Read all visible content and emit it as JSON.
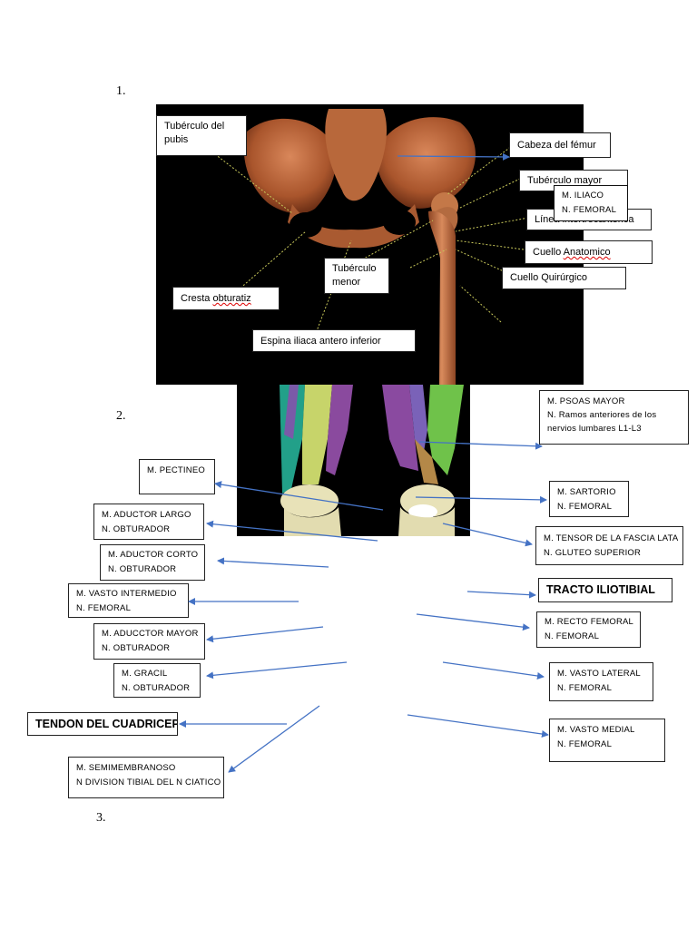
{
  "sections": {
    "n1": "1.",
    "n2": "2.",
    "n3": "3."
  },
  "figure1": {
    "labels": {
      "pubis": [
        "Tubérculo del",
        "pubis"
      ],
      "cabeza": "Cabeza del fémur",
      "tub_mayor": "Tubérculo mayor",
      "iliaco": [
        "M. ILIACO",
        "N. FEMORAL"
      ],
      "linea": "Línea intertrocantérica",
      "cuello_anat_a": "Cuello ",
      "cuello_anat_b": "Anatomico",
      "cuello_quir": "Cuello Quirúrgico",
      "tub_menor": [
        "Tubérculo",
        "menor"
      ],
      "cresta_a": "Cresta ",
      "cresta_b": "obturatiz",
      "espina": "Espina iliaca antero inferior"
    }
  },
  "figure2": {
    "labels": {
      "psoas": [
        "M. PSOAS MAYOR",
        "N. Ramos anteriores de los",
        "nervios lumbares L1-L3"
      ],
      "pectineo": "M. PECTINEO",
      "sartorio": [
        "M. SARTORIO",
        "N. FEMORAL"
      ],
      "aductor_largo": [
        "M. ADUCTOR LARGO",
        "N. OBTURADOR"
      ],
      "tensor": [
        "M. TENSOR DE LA FASCIA LATA",
        "N. GLUTEO SUPERIOR"
      ],
      "aductor_corto": [
        "M. ADUCTOR CORTO",
        "N. OBTURADOR"
      ],
      "tracto": "TRACTO ILIOTIBIAL",
      "vasto_int": [
        "M. VASTO INTERMEDIO",
        "N. FEMORAL"
      ],
      "recto": [
        "M. RECTO FEMORAL",
        "N. FEMORAL"
      ],
      "aductor_mayor": [
        "M. ADUCCTOR MAYOR",
        "N. OBTURADOR"
      ],
      "gracil": [
        "M. GRACIL",
        "N. OBTURADOR"
      ],
      "vasto_lat": [
        "M. VASTO LATERAL",
        "N. FEMORAL"
      ],
      "tendon": "TENDON DEL CUADRICEPS",
      "vasto_med": [
        "M. VASTO MEDIAL",
        "N. FEMORAL"
      ],
      "semimem": [
        "M. SEMIMEMBRANOSO",
        "N DIVISION TIBIAL DEL N CIATICO"
      ]
    }
  },
  "colors": {
    "arrow": "#4472c4",
    "bone": "#b5653a",
    "leader": "#c8c85a"
  }
}
